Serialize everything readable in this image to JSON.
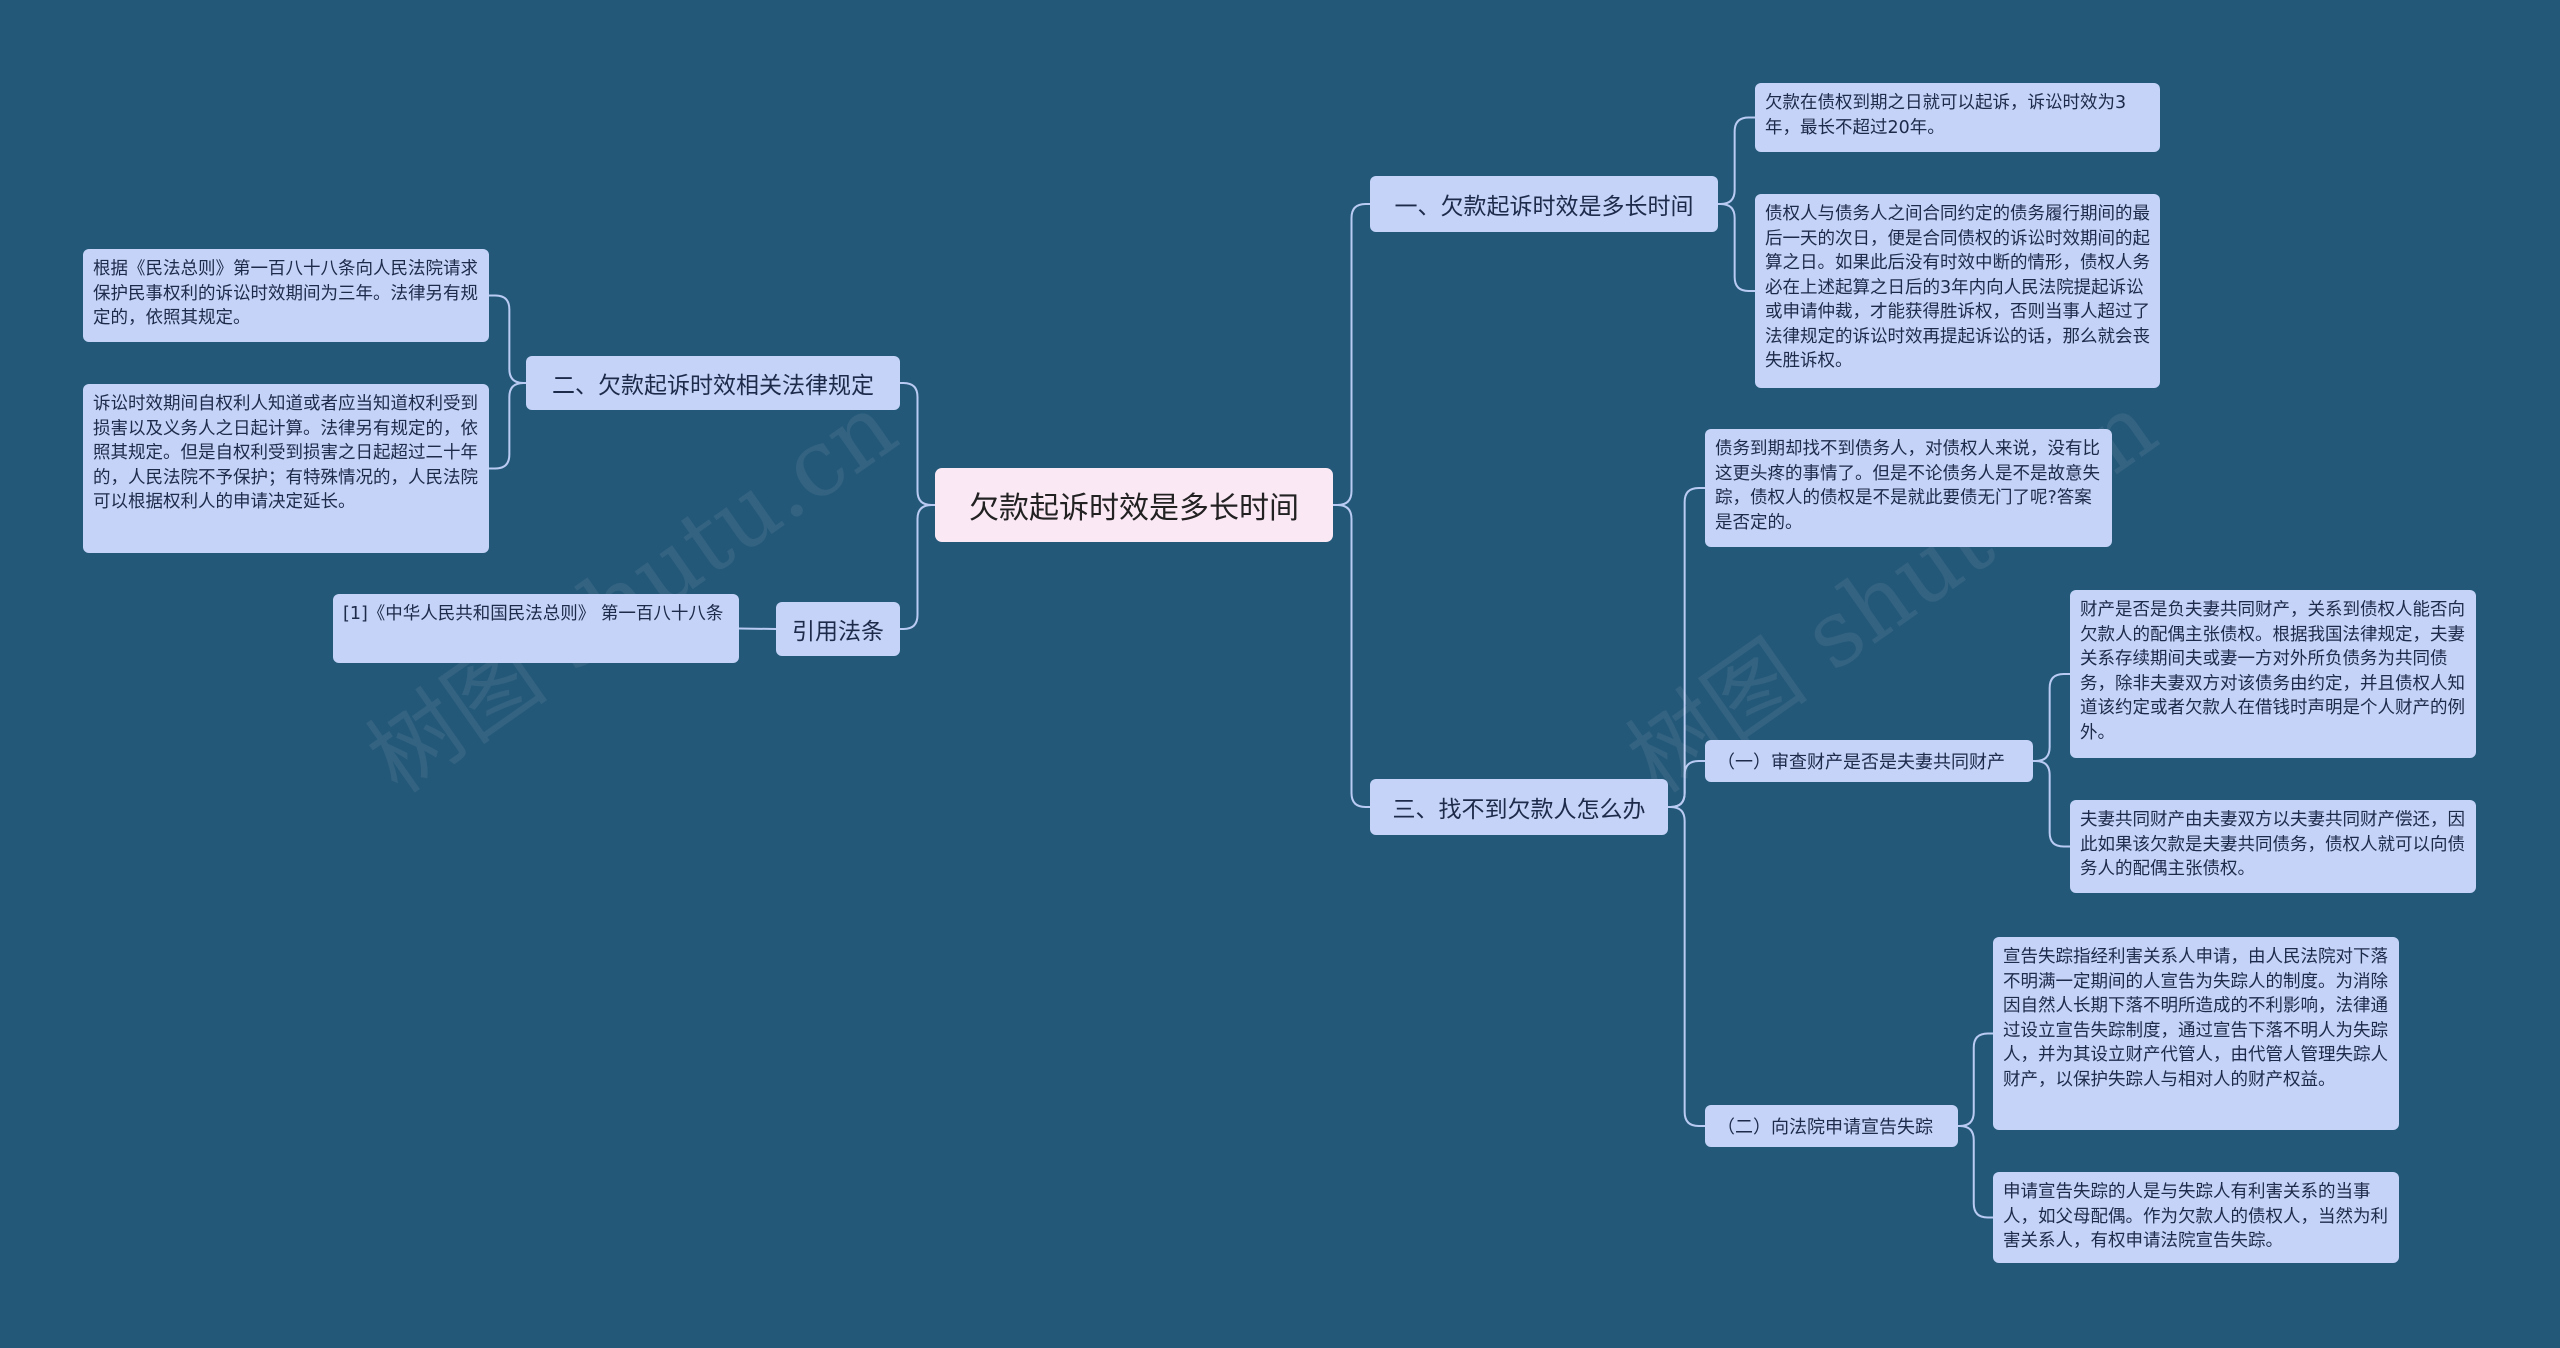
{
  "root": "欠款起诉时效是多长时间",
  "branches": {
    "b1": {
      "label": "一、欠款起诉时效是多长时间",
      "leaves": [
        "欠款在债权到期之日就可以起诉，诉讼时效为3年，最长不超过20年。",
        "债权人与债务人之间合同约定的债务履行期间的最后一天的次日，便是合同债权的诉讼时效期间的起算之日。如果此后没有时效中断的情形，债权人务必在上述起算之日后的3年内向人民法院提起诉讼或申请仲裁，才能获得胜诉权，否则当事人超过了法律规定的诉讼时效再提起诉讼的话，那么就会丧失胜诉权。"
      ]
    },
    "b2": {
      "label": "二、欠款起诉时效相关法律规定",
      "leaves": [
        "根据《民法总则》第一百八十八条向人民法院请求保护民事权利的诉讼时效期间为三年。法律另有规定的，依照其规定。",
        "诉讼时效期间自权利人知道或者应当知道权利受到损害以及义务人之日起计算。法律另有规定的，依照其规定。但是自权利受到损害之日起超过二十年的，人民法院不予保护；有特殊情况的，人民法院可以根据权利人的申请决定延长。"
      ]
    },
    "b3": {
      "label": "三、找不到欠款人怎么办",
      "intro": "债务到期却找不到债务人，对债权人来说，没有比这更头疼的事情了。但是不论债务人是不是故意失踪，债权人的债权是不是就此要债无门了呢?答案是否定的。",
      "sub1": {
        "label": "（一）审查财产是否是夫妻共同财产",
        "leaves": [
          "财产是否是负夫妻共同财产，关系到债权人能否向欠款人的配偶主张债权。根据我国法律规定，夫妻关系存续期间夫或妻一方对外所负债务为共同债务，除非夫妻双方对该债务由约定，并且债权人知道该约定或者欠款人在借钱时声明是个人财产的例外。",
          "夫妻共同财产由夫妻双方以夫妻共同财产偿还，因此如果该欠款是夫妻共同债务，债权人就可以向债务人的配偶主张债权。"
        ]
      },
      "sub2": {
        "label": "（二）向法院申请宣告失踪",
        "leaves": [
          "宣告失踪指经利害关系人申请，由人民法院对下落不明满一定期间的人宣告为失踪人的制度。为消除因自然人长期下落不明所造成的不利影响，法律通过设立宣告失踪制度，通过宣告下落不明人为失踪人，并为其设立财产代管人，由代管人管理失踪人财产，以保护失踪人与相对人的财产权益。",
          "申请宣告失踪的人是与失踪人有利害关系的当事人，如父母配偶。作为欠款人的债权人，当然为利害关系人，有权申请法院宣告失踪。"
        ]
      }
    },
    "b4": {
      "label": "引用法条",
      "leaves": [
        "[1]《中华人民共和国民法总则》 第一百八十八条"
      ]
    }
  },
  "watermark": "树图 shutu.cn",
  "colors": {
    "background": "#245878",
    "node": "#c4d3f7",
    "root": "#fbe8f5",
    "line": "#b9cbf2"
  }
}
